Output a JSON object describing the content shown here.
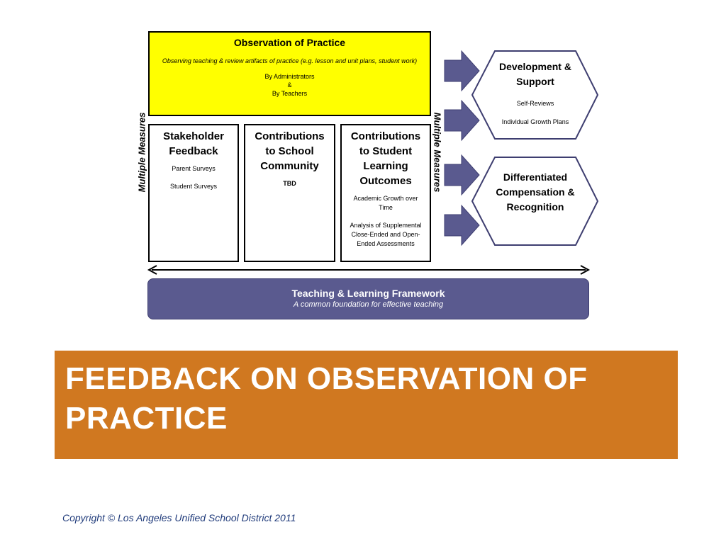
{
  "observation": {
    "title": "Observation of Practice",
    "description": "Observing teaching & review artifacts of practice (e.g. lesson and unit  plans, student work)",
    "by_line1": "By Administrators",
    "by_line2": "&",
    "by_line3": "By Teachers"
  },
  "columns": [
    {
      "title": "Stakeholder Feedback",
      "items": [
        "Parent Surveys",
        "Student Surveys"
      ]
    },
    {
      "title": "Contributions to School Community",
      "items": [
        "TBD"
      ]
    },
    {
      "title": "Contributions to Student Learning Outcomes",
      "items": [
        "Academic Growth over Time",
        "Analysis of Supplemental Close-Ended and Open-Ended Assessments"
      ]
    }
  ],
  "side_label": "Multiple Measures",
  "outcomes": [
    {
      "title": "Development & Support",
      "items": [
        "Self-Reviews",
        "Individual Growth Plans"
      ]
    },
    {
      "title": "Differentiated Compensation & Recognition",
      "items": []
    }
  ],
  "framework": {
    "title": "Teaching & Learning Framework",
    "subtitle": "A common foundation for effective teaching"
  },
  "slide": {
    "title": "FEEDBACK ON OBSERVATION OF PRACTICE",
    "copyright": "Copyright © Los Angeles Unified School District 2011"
  },
  "colors": {
    "yellow": "#ffff00",
    "purple": "#5a5a8f",
    "orange": "#d07820",
    "copyright_blue": "#1f3a7a"
  }
}
